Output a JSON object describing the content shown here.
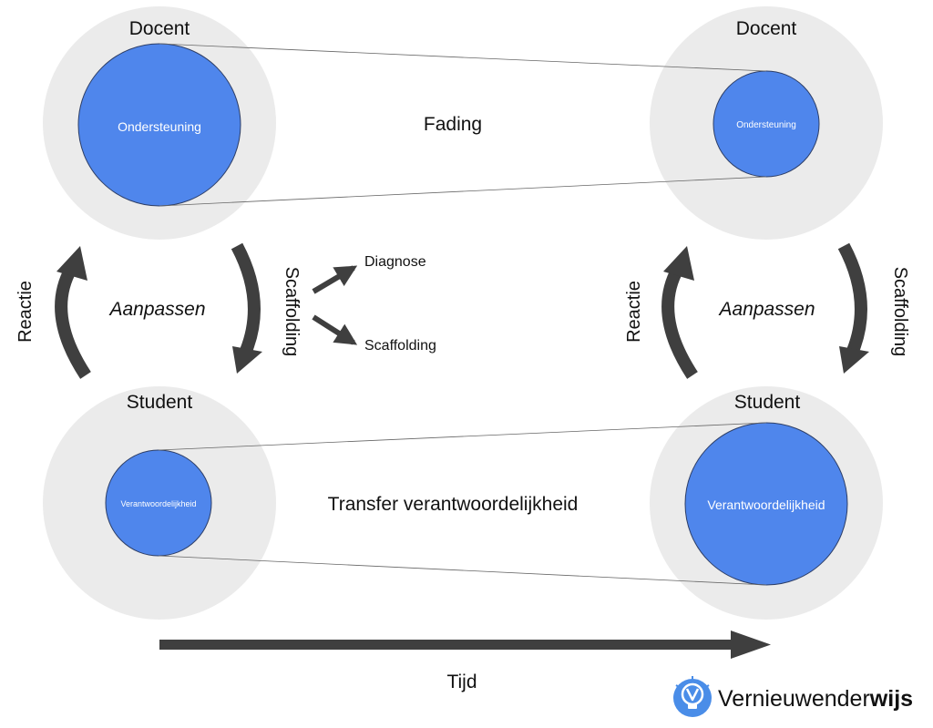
{
  "colors": {
    "outer_circle": "#ebebeb",
    "inner_circle": "#4f86ec",
    "inner_stroke": "#2d3e66",
    "arrow": "#3f3f3f",
    "brand_icon": "#4a8de8"
  },
  "left": {
    "top_role": "Docent",
    "top_inner": "Ondersteuning",
    "bottom_role": "Student",
    "bottom_inner": "Verantwoordelijkheid",
    "left_label": "Reactie",
    "right_label": "Scaffolding",
    "center_label": "Aanpassen"
  },
  "right": {
    "top_role": "Docent",
    "top_inner": "Ondersteuning",
    "bottom_role": "Student",
    "bottom_inner": "Verantwoordelijkheid",
    "left_label": "Reactie",
    "right_label": "Scaffolding",
    "center_label": "Aanpassen"
  },
  "middle": {
    "fading": "Fading",
    "transfer": "Transfer verantwoordelijkheid",
    "branch_up": "Diagnose",
    "branch_down": "Scaffolding"
  },
  "timeline": {
    "label": "Tijd"
  },
  "brand": {
    "icon": "lightbulb-v-icon",
    "name_regular": "Vernieuwender",
    "name_bold": "wijs"
  }
}
